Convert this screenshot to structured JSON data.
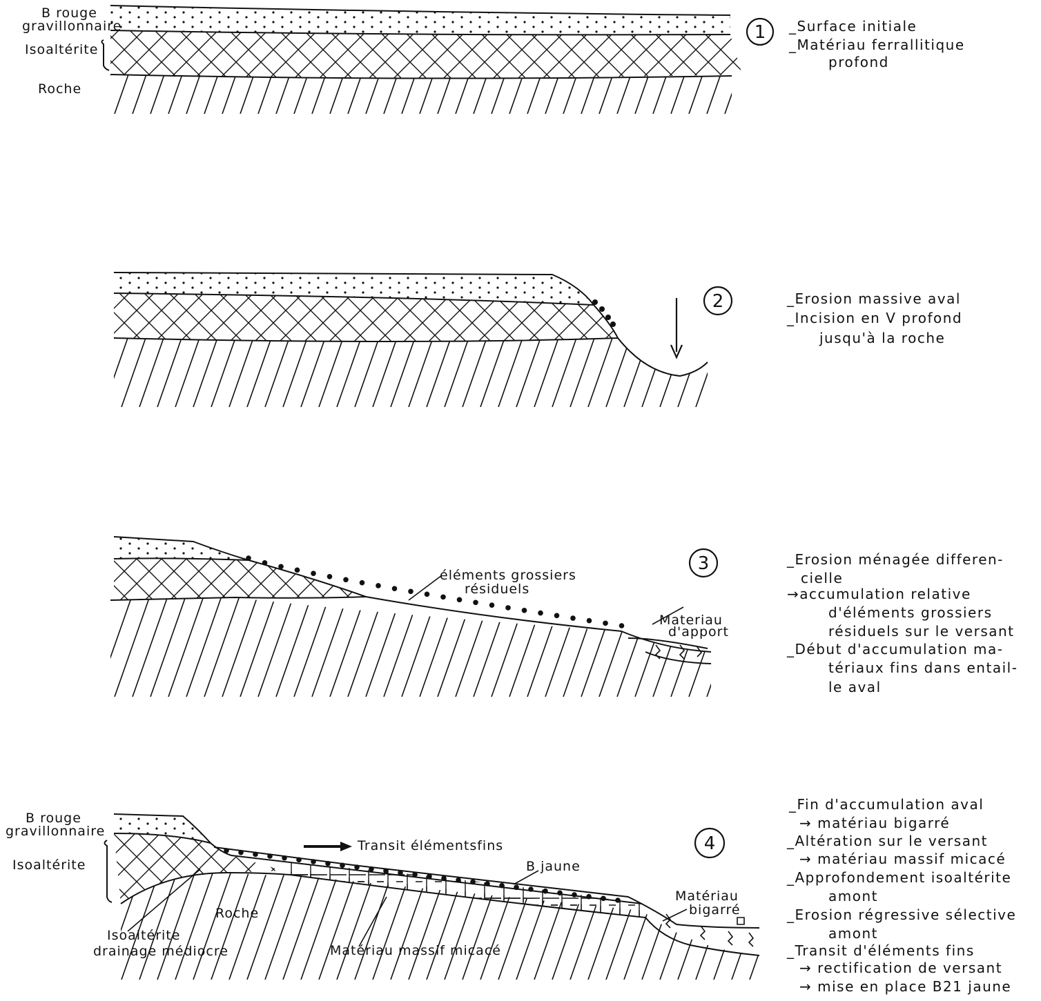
{
  "stage1": {
    "number": "1",
    "labels": {
      "b_rouge_1": "B rouge",
      "b_rouge_2": "gravillonnaire",
      "isoalterite": "Isoaltérite",
      "roche": "Roche"
    },
    "notes": [
      "_Surface initiale",
      "_Matériau ferrallitique",
      "profond"
    ]
  },
  "stage2": {
    "number": "2",
    "notes": [
      "_Erosion massive aval",
      "_Incision en V profond",
      "jusqu'à la roche"
    ]
  },
  "stage3": {
    "number": "3",
    "labels": {
      "grossiers_1": "éléments grossiers",
      "grossiers_2": "résiduels",
      "apport_1": "Materiau",
      "apport_2": "d'apport"
    },
    "notes": [
      "_Erosion ménagée differen-",
      "cielle",
      "→accumulation relative",
      "d'éléments grossiers",
      "résiduels sur le versant",
      "_Début d'accumulation ma-",
      "tériaux fins dans entail-",
      "le aval"
    ]
  },
  "stage4": {
    "number": "4",
    "labels": {
      "b_rouge_1": "B rouge",
      "b_rouge_2": "gravillonnaire",
      "isoalterite": "Isoaltérite",
      "transit": "Transit élémentsfins",
      "b_jaune": "B jaune",
      "roche": "Roche",
      "bigarre_1": "Matériau",
      "bigarre_2": "bigarré",
      "iso_med_1": "Isoaltérite",
      "iso_med_2": "drainage médiocre",
      "micace": "Matériau massif micacé"
    },
    "notes": [
      "_Fin d'accumulation aval",
      "→ matériau bigarré",
      "_Altération sur le versant",
      "→ matériau massif micacé",
      "_Approfondement isoaltérite",
      "amont",
      "_Erosion régressive sélective",
      "amont",
      "_Transit d'éléments fins",
      "→ rectification de versant",
      "→ mise en place B21 jaune"
    ]
  }
}
